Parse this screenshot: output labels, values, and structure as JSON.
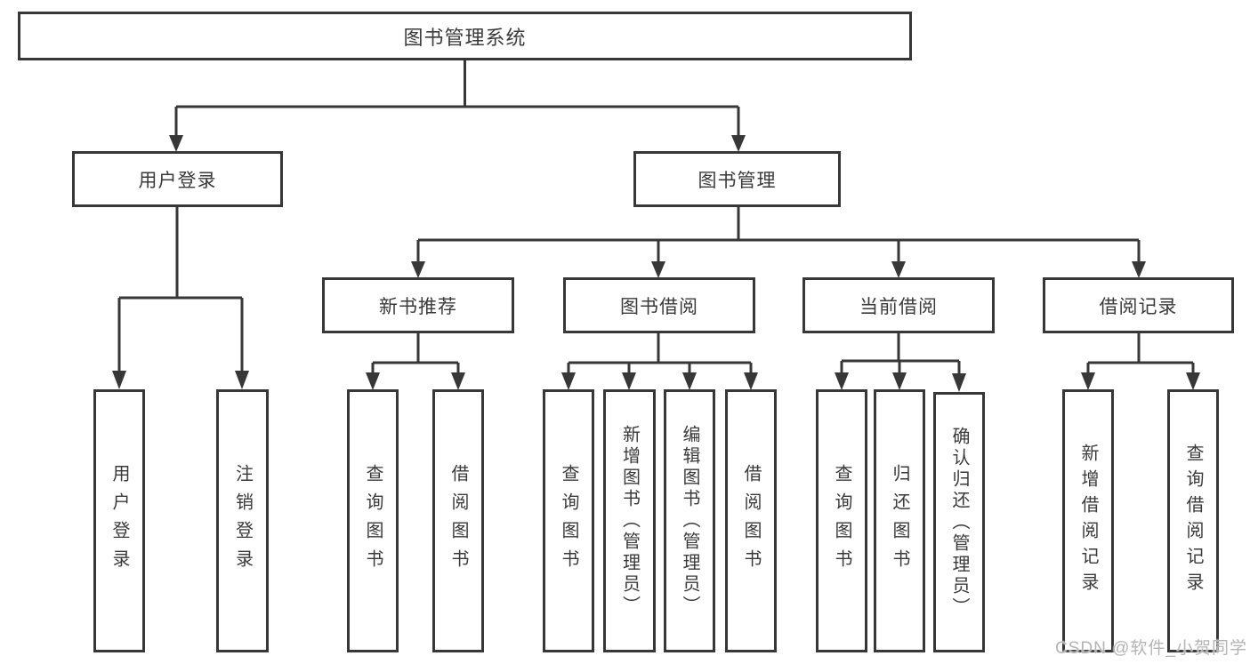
{
  "diagram": {
    "root": {
      "label": "图书管理系统"
    },
    "level2": {
      "user_login": {
        "label": "用户登录"
      },
      "book_management": {
        "label": "图书管理"
      }
    },
    "level3": {
      "new_book_recommend": {
        "label": "新书推荐"
      },
      "book_borrow": {
        "label": "图书借阅"
      },
      "current_borrow": {
        "label": "当前借阅"
      },
      "borrow_records": {
        "label": "借阅记录"
      }
    },
    "leaves": {
      "user_login_leaf": {
        "label": "用户登录"
      },
      "logout": {
        "label": "注销登录"
      },
      "recommend_query_books": {
        "label": "查询图书"
      },
      "recommend_borrow_books": {
        "label": "借阅图书"
      },
      "borrow_query_books": {
        "label": "查询图书"
      },
      "borrow_add_books_admin": {
        "label": "新增图书（管理员）"
      },
      "borrow_edit_books_admin": {
        "label": "编辑图书（管理员）"
      },
      "borrow_borrow_books": {
        "label": "借阅图书"
      },
      "current_query_books": {
        "label": "查询图书"
      },
      "current_return_books": {
        "label": "归还图书"
      },
      "current_confirm_return_admin": {
        "label": "确认归还（管理员）"
      },
      "records_add_record": {
        "label": "新增借阅记录"
      },
      "records_query_record": {
        "label": "查询借阅记录"
      }
    },
    "watermark": "CSDN @软件_小贺同学",
    "colors": {
      "line": "#373737",
      "text": "#3a3a3a",
      "background": "#ffffff",
      "watermark": "#b4b4b4"
    }
  }
}
